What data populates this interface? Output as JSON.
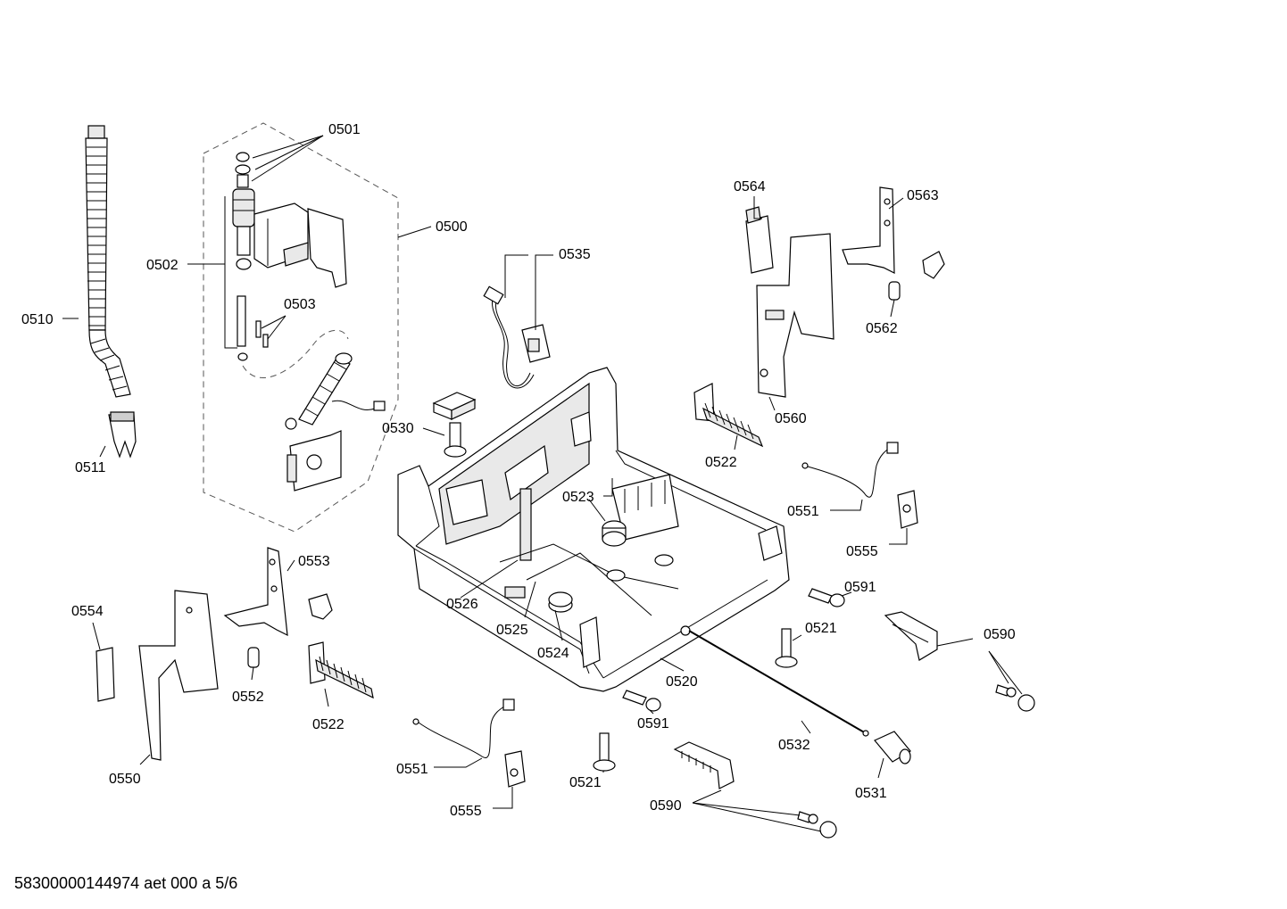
{
  "labels": {
    "p0501": "0501",
    "p0500": "0500",
    "p0502": "0502",
    "p0503": "0503",
    "p0510": "0510",
    "p0511": "0511",
    "p0535": "0535",
    "p0530": "0530",
    "p0564": "0564",
    "p0563": "0563",
    "p0562": "0562",
    "p0560": "0560",
    "p0522a": "0522",
    "p0523": "0523",
    "p0551a": "0551",
    "p0555a": "0555",
    "p0591a": "0591",
    "p0521a": "0521",
    "p0590a": "0590",
    "p0553": "0553",
    "p0554": "0554",
    "p0552": "0552",
    "p0522b": "0522",
    "p0550": "0550",
    "p0526": "0526",
    "p0525": "0525",
    "p0524": "0524",
    "p0520": "0520",
    "p0591b": "0591",
    "p0532": "0532",
    "p0531": "0531",
    "p0551b": "0551",
    "p0555b": "0555",
    "p0521b": "0521",
    "p0590b": "0590"
  },
  "footer": "58300000144974 aet 000 a 5/6"
}
